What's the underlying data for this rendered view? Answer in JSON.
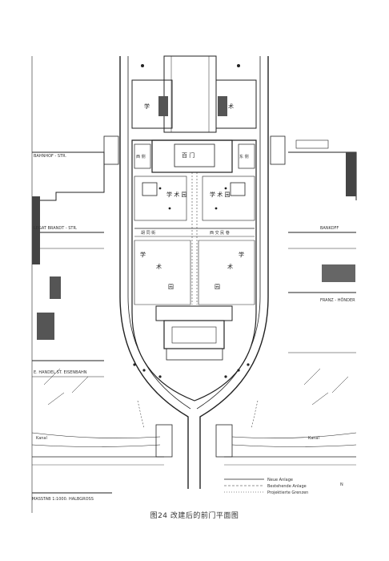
{
  "caption": "图24 改建后的前门平面图",
  "labels": {
    "park": "学 术 园",
    "garden_1": "学",
    "garden_2": "术",
    "garden_3": "园",
    "plaza": "百 门",
    "north_left": "西 侧",
    "north_right": "东 侧",
    "cross_street_left": "胡 同 街",
    "cross_street_right": "西 交 民 巷",
    "left_strip_1": "LEGAT BRANDT - STR.",
    "right_strip_1": "BANKOFF",
    "left_strip_2": "BAHNHOF - STR.",
    "right_strip_2": "FRANZ - HÖNDER",
    "left_strip_3": "E. HANDEL ST. EISENBAHN",
    "scale": "MASSTAB 1:1000. HALBGROSS",
    "legend_1": "Neue Anlage",
    "legend_2": "Bestehende Anlage",
    "legend_3": "Projektierte Grenzen",
    "canal_left": "Kanal",
    "canal_right": "Kanal",
    "north_mark": "N"
  }
}
